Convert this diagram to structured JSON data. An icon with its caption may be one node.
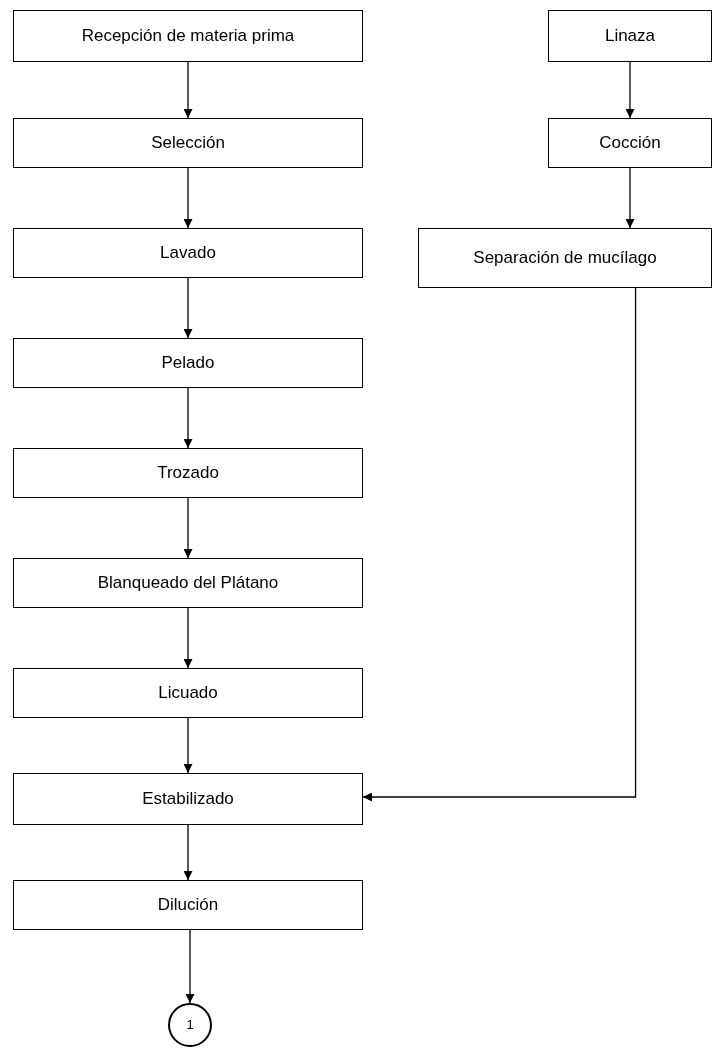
{
  "diagram": {
    "nodes": [
      {
        "text": [
          "Recepción de materia prima"
        ]
      },
      {
        "text": [
          "Selección"
        ]
      },
      {
        "text": [
          "Lavado"
        ]
      },
      {
        "text": [
          "Pelado"
        ]
      },
      {
        "text": [
          "Trozado"
        ]
      },
      {
        "text": [
          "Blanqueado del Plátano"
        ]
      },
      {
        "text": [
          "Licuado"
        ]
      },
      {
        "text": [
          "Estabilizado"
        ]
      },
      {
        "text": [
          "Dilución"
        ]
      },
      {
        "text": [
          "1"
        ]
      },
      {
        "text": [
          "Linaza"
        ]
      },
      {
        "text": [
          "Cocción"
        ]
      },
      {
        "text": [
          "Separación de mucílago"
        ]
      }
    ],
    "edges": [
      {
        "from": 0,
        "to": 1,
        "arrow": "to"
      },
      {
        "from": 1,
        "to": 2,
        "arrow": "to"
      },
      {
        "from": 2,
        "to": 3,
        "arrow": "to"
      },
      {
        "from": 3,
        "to": 4,
        "arrow": "to"
      },
      {
        "from": 4,
        "to": 5,
        "arrow": "to"
      },
      {
        "from": 5,
        "to": 6,
        "arrow": "to"
      },
      {
        "from": 6,
        "to": 7,
        "arrow": "to"
      },
      {
        "from": 7,
        "to": 8,
        "arrow": "to"
      },
      {
        "from": 8,
        "to": 9,
        "arrow": "to"
      },
      {
        "from": 10,
        "to": 11,
        "arrow": "to"
      },
      {
        "from": 11,
        "to": 12,
        "arrow": "to"
      },
      {
        "from": 12,
        "to": 7,
        "arrow": "to"
      }
    ]
  }
}
